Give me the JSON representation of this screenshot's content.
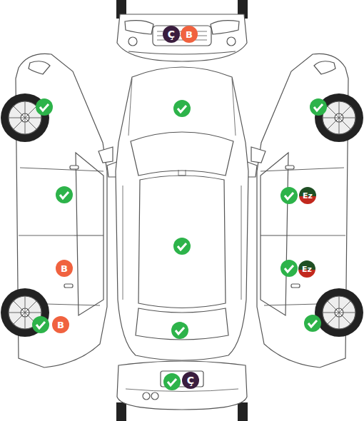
{
  "diagram": {
    "nodes": [
      {
        "text": [
          "Ç"
        ]
      },
      {
        "text": [
          "B"
        ]
      },
      {
        "text": [
          "Ez"
        ]
      },
      {
        "text": [
          "B"
        ]
      },
      {
        "text": [
          "Ez"
        ]
      },
      {
        "text": [
          "B"
        ]
      },
      {
        "text": [
          "Ç"
        ]
      }
    ]
  }
}
